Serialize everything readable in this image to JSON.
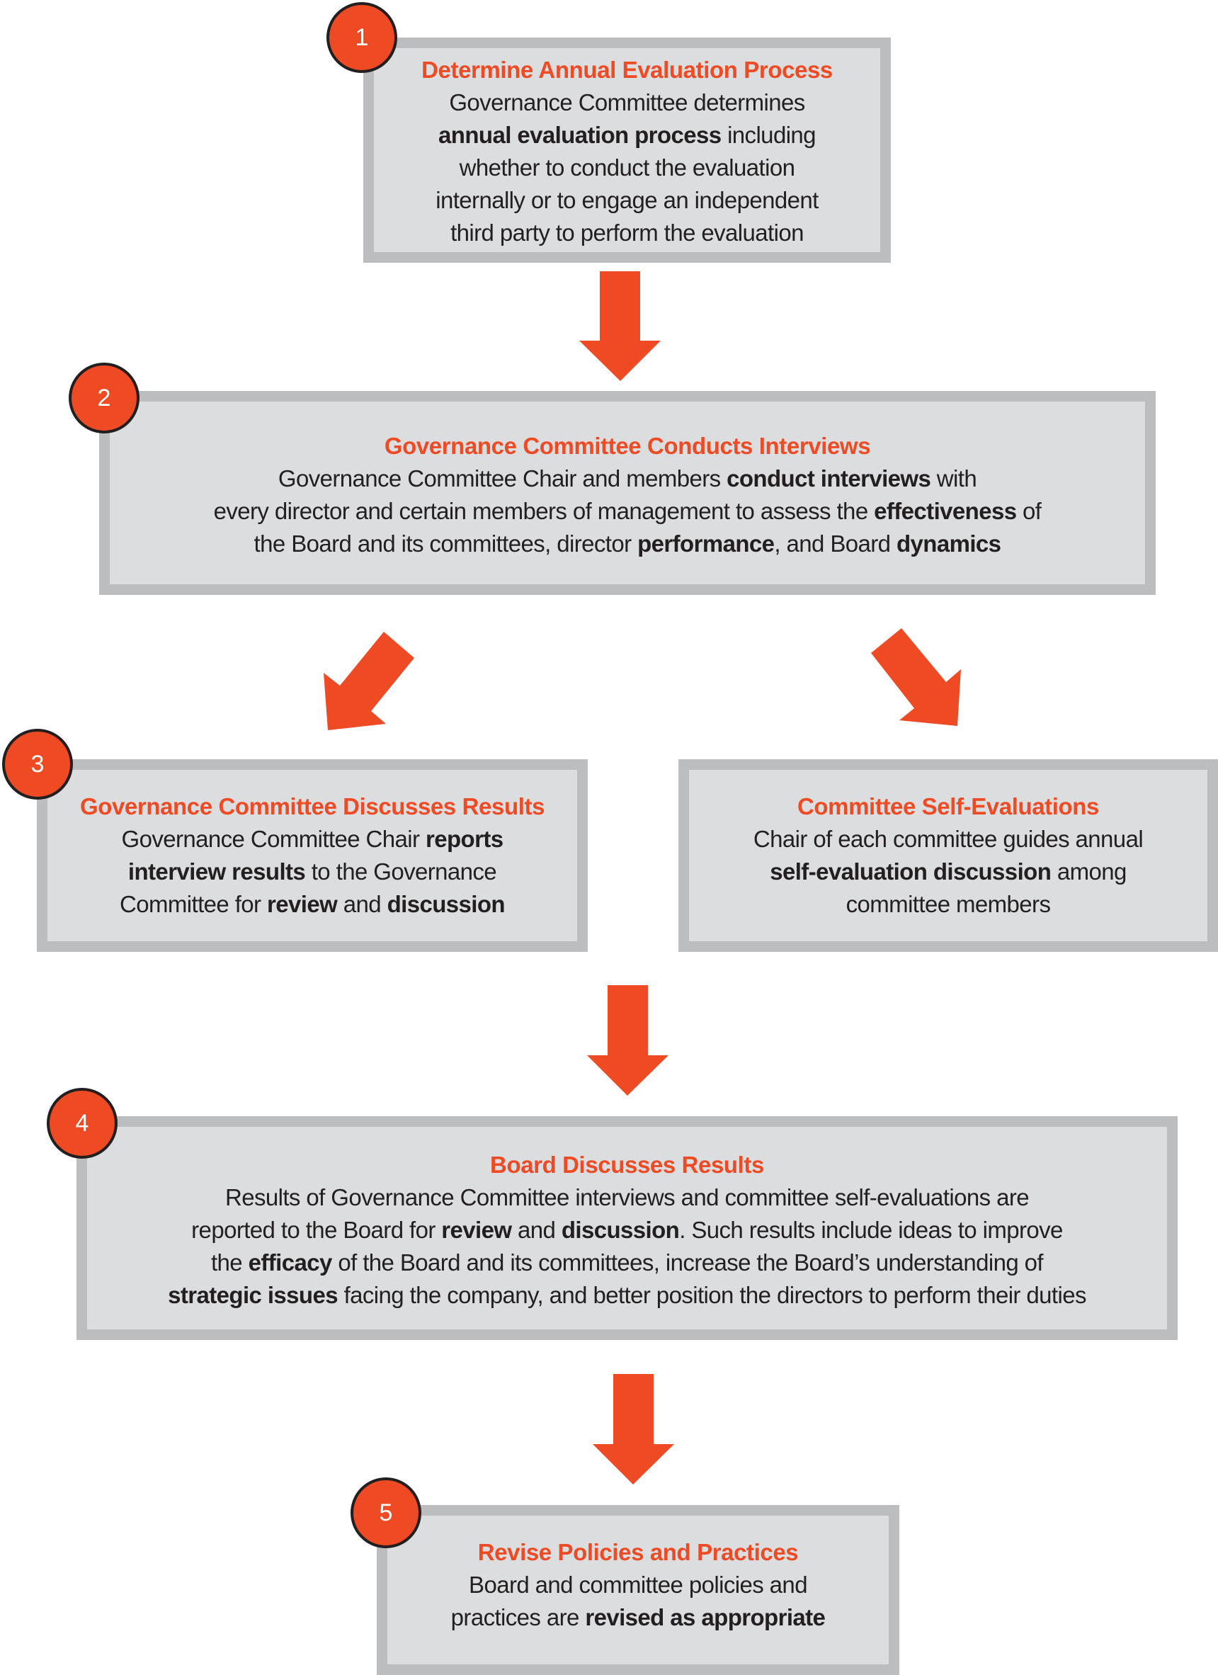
{
  "colors": {
    "accent": "#EE4A24",
    "box_border": "#BCBDBF",
    "box_fill": "#DCDDDF",
    "text": "#231F20",
    "badge_text": "#FFFFFF"
  },
  "steps": [
    {
      "number": "1",
      "title": "Determine Annual Evaluation Process",
      "lines": [
        [
          {
            "t": "Governance Committee determines",
            "b": false
          }
        ],
        [
          {
            "t": "annual evaluation process",
            "b": true
          },
          {
            "t": " including",
            "b": false
          }
        ],
        [
          {
            "t": "whether to conduct the evaluation",
            "b": false
          }
        ],
        [
          {
            "t": "internally or to engage an independent",
            "b": false
          }
        ],
        [
          {
            "t": "third party to perform the evaluation",
            "b": false
          }
        ]
      ]
    },
    {
      "number": "2",
      "title": "Governance Committee Conducts Interviews",
      "lines": [
        [
          {
            "t": "Governance Committee Chair and members ",
            "b": false
          },
          {
            "t": "conduct interviews",
            "b": true
          },
          {
            "t": " with",
            "b": false
          }
        ],
        [
          {
            "t": "every director and certain members of management to assess the ",
            "b": false
          },
          {
            "t": "effectiveness",
            "b": true
          },
          {
            "t": " of",
            "b": false
          }
        ],
        [
          {
            "t": "the Board and its committees, director ",
            "b": false
          },
          {
            "t": "performance",
            "b": true
          },
          {
            "t": ", and Board ",
            "b": false
          },
          {
            "t": "dynamics",
            "b": true
          }
        ]
      ]
    },
    {
      "number": "3",
      "title": "Governance Committee Discusses Results",
      "lines": [
        [
          {
            "t": "Governance Committee Chair ",
            "b": false
          },
          {
            "t": "reports",
            "b": true
          }
        ],
        [
          {
            "t": "interview results",
            "b": true
          },
          {
            "t": " to the Governance",
            "b": false
          }
        ],
        [
          {
            "t": "Committee for ",
            "b": false
          },
          {
            "t": "review",
            "b": true
          },
          {
            "t": " and ",
            "b": false
          },
          {
            "t": "discussion",
            "b": true
          }
        ]
      ]
    },
    {
      "number": "",
      "title": "Committee Self-Evaluations",
      "lines": [
        [
          {
            "t": "Chair of each committee guides annual",
            "b": false
          }
        ],
        [
          {
            "t": "self-evaluation discussion",
            "b": true
          },
          {
            "t": " among",
            "b": false
          }
        ],
        [
          {
            "t": "committee members",
            "b": false
          }
        ]
      ]
    },
    {
      "number": "4",
      "title": "Board Discusses Results",
      "lines": [
        [
          {
            "t": "Results of Governance Committee interviews and committee self-evaluations are",
            "b": false
          }
        ],
        [
          {
            "t": "reported to the Board for ",
            "b": false
          },
          {
            "t": "review",
            "b": true
          },
          {
            "t": " and ",
            "b": false
          },
          {
            "t": "discussion",
            "b": true
          },
          {
            "t": ". Such results include ideas to improve",
            "b": false
          }
        ],
        [
          {
            "t": "the ",
            "b": false
          },
          {
            "t": "efficacy",
            "b": true
          },
          {
            "t": " of the Board and its committees, increase the Board’s understanding of",
            "b": false
          }
        ],
        [
          {
            "t": "strategic issues",
            "b": true
          },
          {
            "t": " facing the company, and better position the directors to perform their duties",
            "b": false
          }
        ]
      ]
    },
    {
      "number": "5",
      "title": "Revise Policies and Practices",
      "lines": [
        [
          {
            "t": "Board and committee policies and",
            "b": false
          }
        ],
        [
          {
            "t": "practices are ",
            "b": false
          },
          {
            "t": "revised as appropriate",
            "b": true
          }
        ]
      ]
    }
  ],
  "arrows": [
    {
      "from": "step-1",
      "to": "step-2",
      "direction": "down"
    },
    {
      "from": "step-2",
      "to": "step-3",
      "direction": "down-left"
    },
    {
      "from": "step-2",
      "to": "committee-self-evaluations",
      "direction": "down-right"
    },
    {
      "from": "step-3",
      "to": "step-4",
      "direction": "down"
    },
    {
      "from": "step-4",
      "to": "step-5",
      "direction": "down"
    }
  ]
}
